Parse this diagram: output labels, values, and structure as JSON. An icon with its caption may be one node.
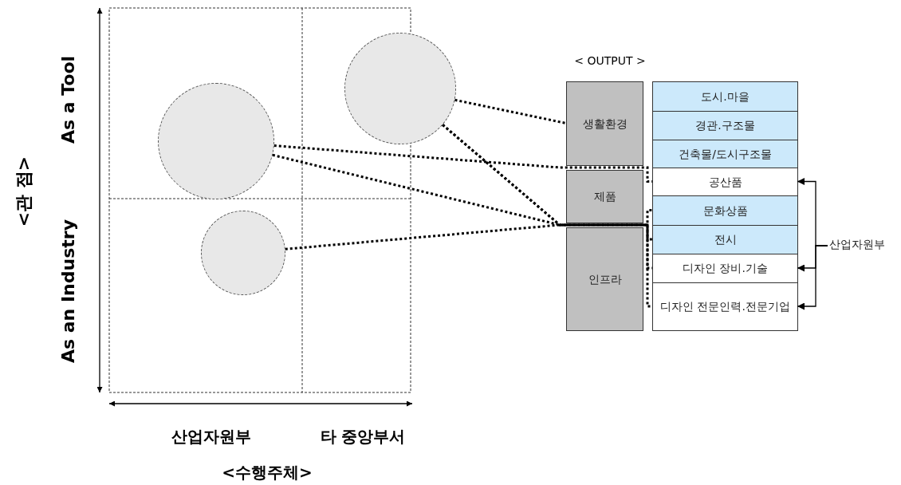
{
  "diagram": {
    "nodes": [
      {
        "text": [],
        "shape": "circle"
      },
      {
        "text": [],
        "shape": "circle"
      },
      {
        "text": [],
        "shape": "circle"
      },
      {
        "text": [
          "생활환경"
        ]
      },
      {
        "text": [
          "도시.마을"
        ]
      },
      {
        "text": [
          "경관.구조물"
        ]
      },
      {
        "text": [
          "건축물/도시구조물"
        ]
      },
      {
        "text": [
          "제품"
        ]
      },
      {
        "text": [
          "공산품"
        ]
      },
      {
        "text": [
          "문화상품"
        ]
      },
      {
        "text": [
          "인프라"
        ]
      },
      {
        "text": [
          "전시"
        ]
      },
      {
        "text": [
          "디자인 장비.기술"
        ]
      },
      {
        "text": [
          "디자인 전문인력.전문기업"
        ]
      },
      {
        "text": [
          "산업자원부"
        ]
      }
    ],
    "edges": [
      {
        "from": 0,
        "to": 8,
        "arrow": "none",
        "style": "dashed"
      },
      {
        "from": 0,
        "to": 12,
        "arrow": "none",
        "style": "dashed"
      },
      {
        "from": 1,
        "to": 3,
        "arrow": "none",
        "style": "dashed"
      },
      {
        "from": 1,
        "to": 9,
        "arrow": "none",
        "style": "dashed"
      },
      {
        "from": 1,
        "to": 11,
        "arrow": "none",
        "style": "dashed"
      },
      {
        "from": 2,
        "to": 13,
        "arrow": "none",
        "style": "dashed"
      },
      {
        "from": 14,
        "to": 8,
        "arrow": "to"
      },
      {
        "from": 14,
        "to": 12,
        "arrow": "to"
      },
      {
        "from": 14,
        "to": 13,
        "arrow": "to"
      }
    ],
    "labels": [
      "<관 점>",
      "As a Tool",
      "As an Industry",
      "< OUTPUT >",
      "산업자원부",
      "타 중앙부서",
      "<수행주체>"
    ]
  }
}
